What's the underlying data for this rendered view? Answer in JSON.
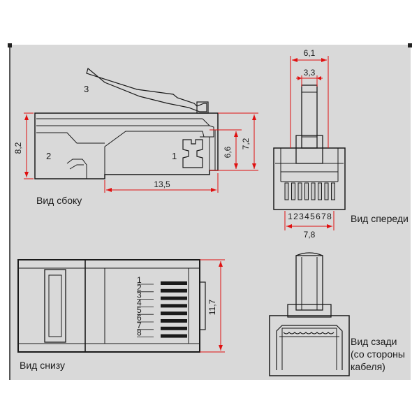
{
  "views": {
    "side": "Вид сбоку",
    "front": "Вид спереди",
    "bottom": "Вид снизу",
    "rear_line1": "Вид сзади",
    "rear_line2": "(со стороны",
    "rear_line3": "кабеля)"
  },
  "callouts": {
    "c1": "1",
    "c2": "2",
    "c3": "3"
  },
  "dimensions": {
    "front_width": "6,1",
    "front_inner": "3,3",
    "front_pitch": "7,8",
    "side_height": "8,2",
    "side_length": "13,5",
    "side_h1": "6,6",
    "side_h2": "7,2",
    "bottom_width": "11,7"
  },
  "pins_front": "1 2 3 4 5 6 7 8",
  "pins_bottom": [
    "1",
    "2",
    "3",
    "4",
    "5",
    "6",
    "7",
    "8"
  ],
  "colors": {
    "background": "#d9d9d9",
    "dimension": "#e01010",
    "ink": "#1a1a1a"
  }
}
